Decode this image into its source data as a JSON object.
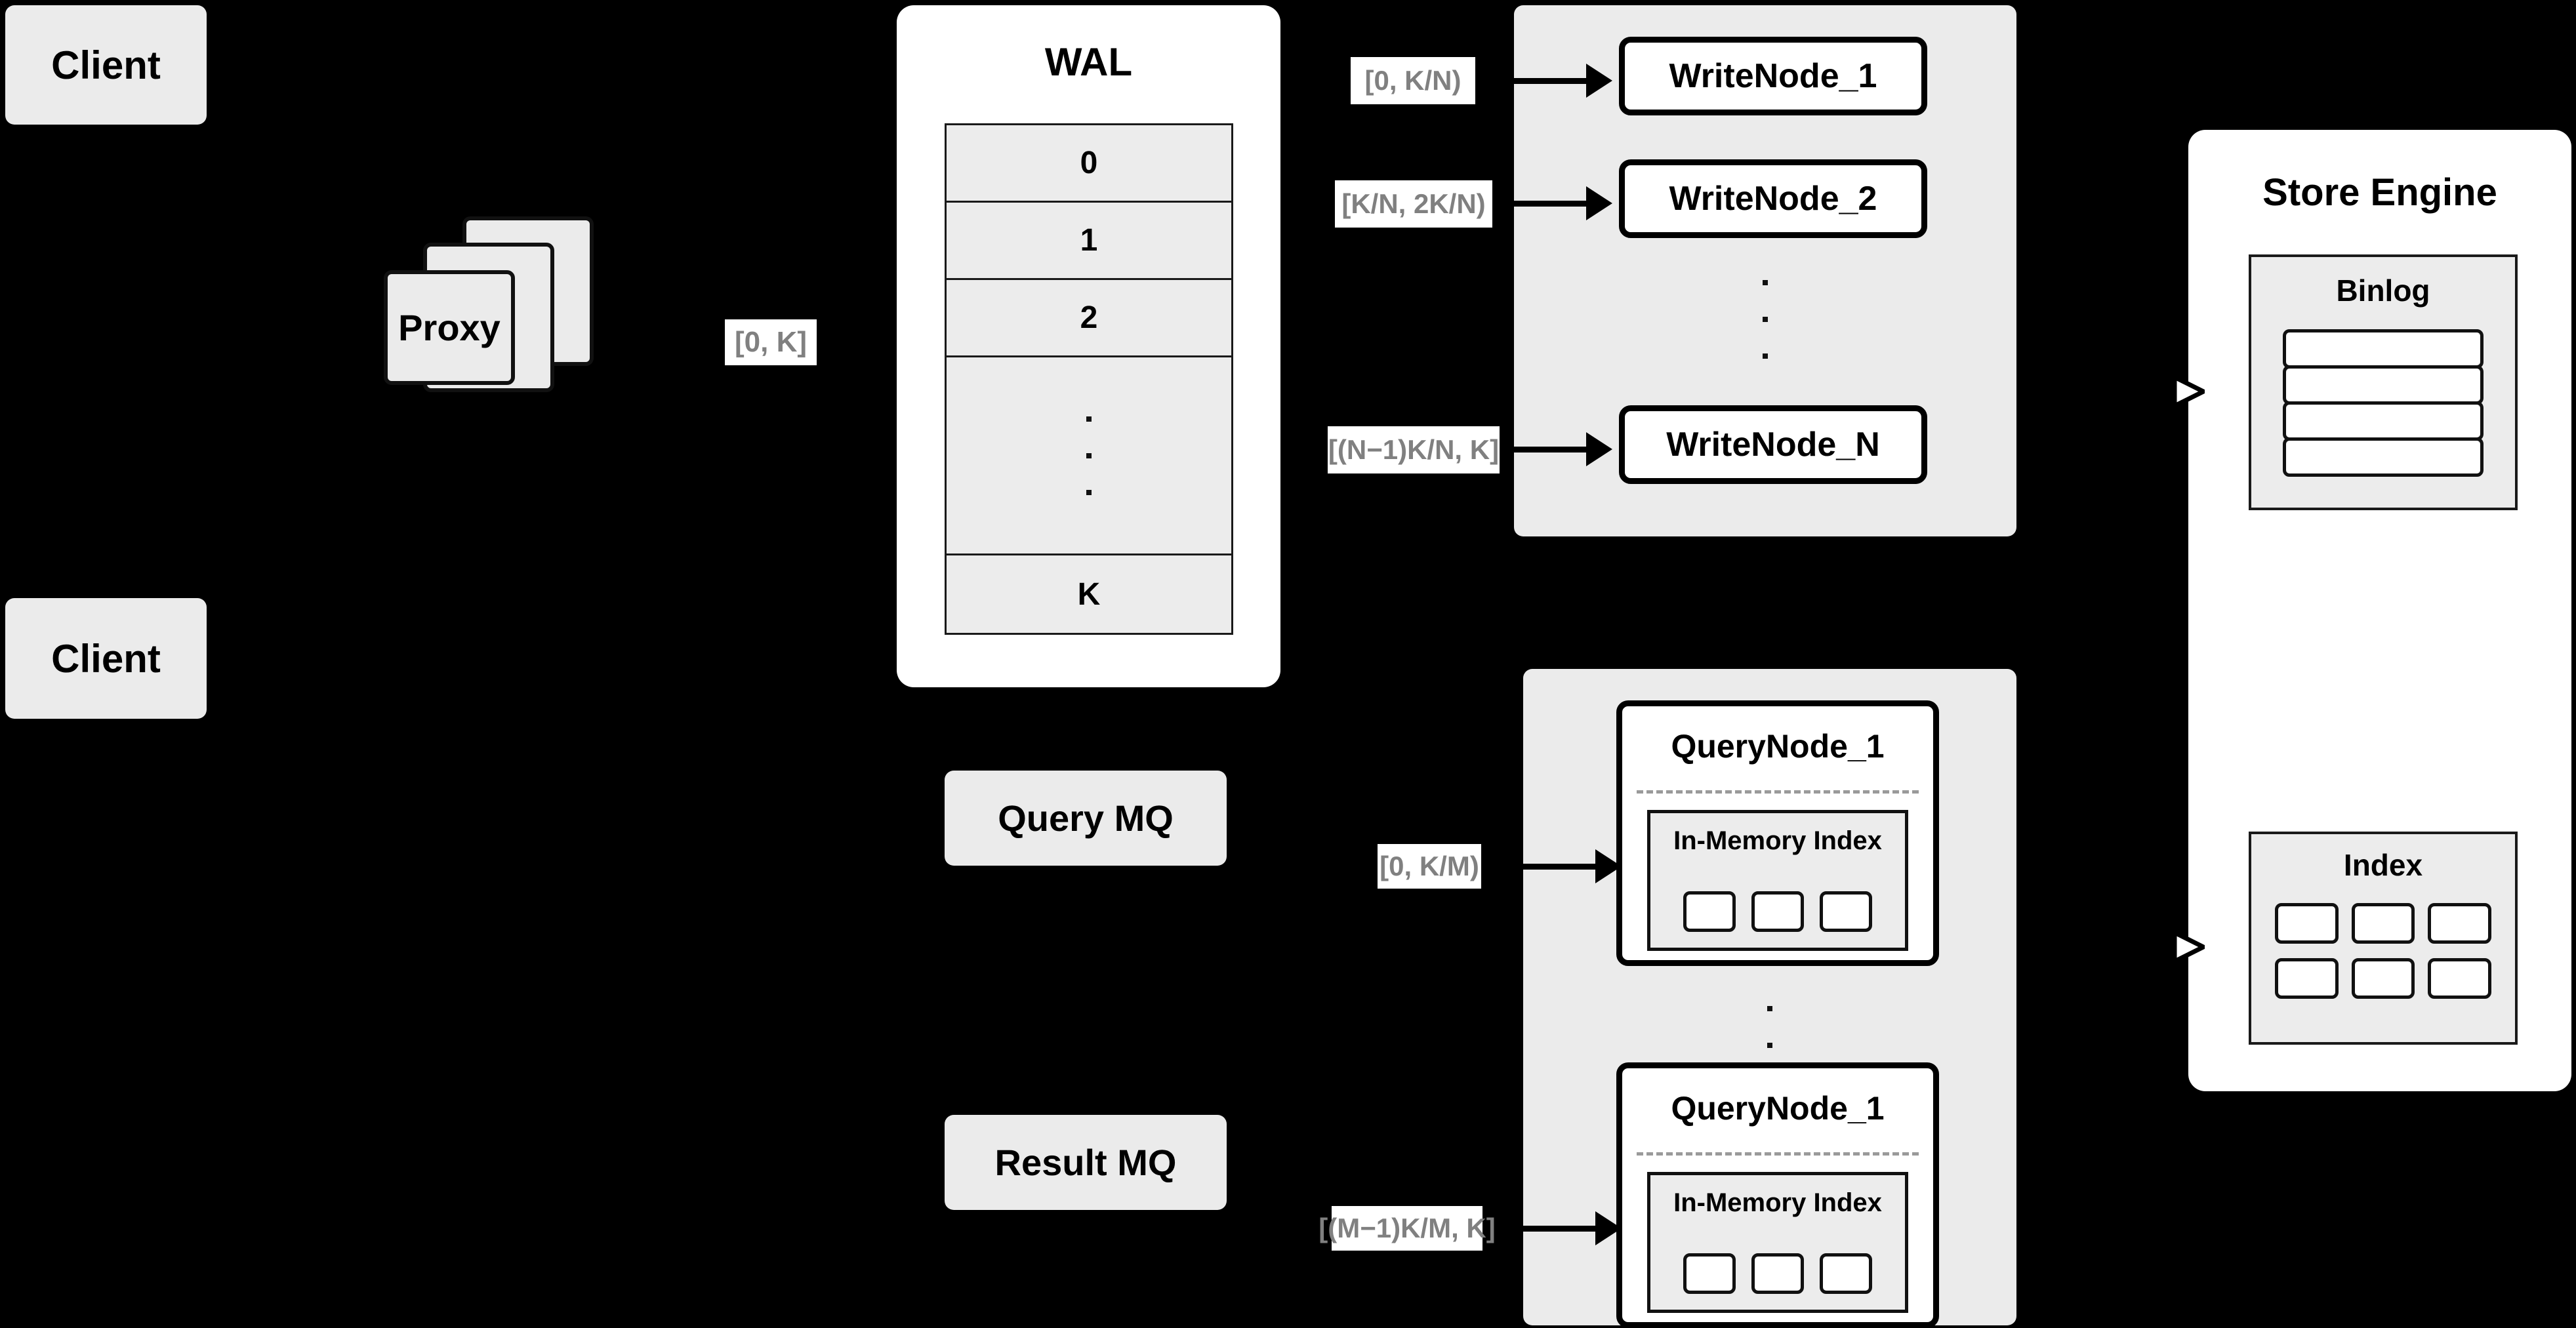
{
  "diagram": {
    "title": "Distributed Write/Query Architecture",
    "background_color": "#000000",
    "panel_color": "#ffffff",
    "card_color": "#ebebeb",
    "label_text_color": "#808080"
  },
  "clients": [
    {
      "label": "Client"
    },
    {
      "label": "Client"
    }
  ],
  "proxy": {
    "label": "Proxy",
    "stack_count": 3
  },
  "edge_labels": {
    "proxy_to_wal": "[0, K]",
    "wal_to_writenode_1": "[0,  K/N)",
    "wal_to_writenode_2": "[K/N, 2K/N)",
    "wal_to_writenode_n": "[(N−1)K/N,  K]",
    "mq_to_querynode_1": "[0, K/M)",
    "mq_to_querynode_m": "[(M−1)K/M, K]"
  },
  "wal": {
    "title": "WAL",
    "rows": [
      "0",
      "1",
      "2"
    ],
    "ellipsis": "vertical-dots",
    "last_row": "K"
  },
  "write_nodes": {
    "nodes": [
      {
        "label": "WriteNode_1"
      },
      {
        "label": "WriteNode_2"
      },
      {
        "label": "WriteNode_N"
      }
    ],
    "ellipsis": "vertical-dots"
  },
  "query_nodes": {
    "nodes": [
      {
        "label": "QueryNode_1",
        "index_label": "In-Memory Index",
        "slot_count": 3
      },
      {
        "label": "QueryNode_1",
        "index_label": "In-Memory Index",
        "slot_count": 3
      }
    ],
    "ellipsis": "vertical-dots"
  },
  "message_queues": [
    {
      "label": "Query MQ"
    },
    {
      "label": "Result MQ"
    }
  ],
  "store_engine": {
    "title": "Store Engine",
    "binlog": {
      "title": "Binlog",
      "row_count": 4
    },
    "index": {
      "title": "Index",
      "slot_count": 6
    }
  }
}
